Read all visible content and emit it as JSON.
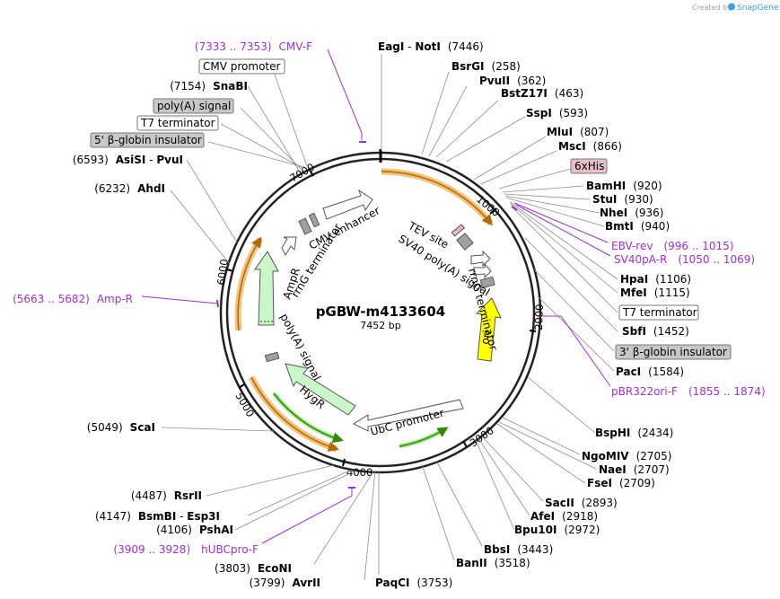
{
  "credit": {
    "prefix": "Created by",
    "logo": "SnapGene"
  },
  "plasmid": {
    "name": "pGBW-m4133604",
    "size": "7452 bp"
  },
  "ticks": [
    "1000",
    "2000",
    "3000",
    "4000",
    "5000",
    "6000",
    "7000"
  ],
  "enzymes": [
    {
      "name": "EagI",
      "sep": " - ",
      "name2": "NotI",
      "pos": "(7446)"
    },
    {
      "name": "BsrGI",
      "pos": "(258)"
    },
    {
      "name": "PvuII",
      "pos": "(362)"
    },
    {
      "name": "BstZ17I",
      "pos": "(463)"
    },
    {
      "name": "SspI",
      "pos": "(593)"
    },
    {
      "name": "MluI",
      "pos": "(807)"
    },
    {
      "name": "MscI",
      "pos": "(866)"
    },
    {
      "name": "BamHI",
      "pos": "(920)"
    },
    {
      "name": "StuI",
      "pos": "(930)"
    },
    {
      "name": "NheI",
      "pos": "(936)"
    },
    {
      "name": "BmtI",
      "pos": "(940)"
    },
    {
      "name": "HpaI",
      "pos": "(1106)"
    },
    {
      "name": "MfeI",
      "pos": "(1115)"
    },
    {
      "name": "SbfI",
      "pos": "(1452)"
    },
    {
      "name": "PacI",
      "pos": "(1584)"
    },
    {
      "name": "BspHI",
      "pos": "(2434)"
    },
    {
      "name": "NgoMIV",
      "pos": "(2705)"
    },
    {
      "name": "NaeI",
      "pos": "(2707)"
    },
    {
      "name": "FseI",
      "pos": "(2709)"
    },
    {
      "name": "SacII",
      "pos": "(2893)"
    },
    {
      "name": "AfeI",
      "pos": "(2918)"
    },
    {
      "name": "Bpu10I",
      "pos": "(2972)"
    },
    {
      "name": "BbsI",
      "pos": "(3443)"
    },
    {
      "name": "BanII",
      "pos": "(3518)"
    },
    {
      "name": "PaqCI",
      "pos": "(3753)"
    },
    {
      "name": "AvrII",
      "pos": "(3799)"
    },
    {
      "name": "EcoNI",
      "pos": "(3803)"
    },
    {
      "name": "PshAI",
      "pos": "(4106)"
    },
    {
      "name": "BsmBI",
      "sep": " - ",
      "name2": "Esp3I",
      "pos": "(4147)"
    },
    {
      "name": "RsrII",
      "pos": "(4487)"
    },
    {
      "name": "ScaI",
      "pos": "(5049)"
    },
    {
      "name": "AhdI",
      "pos": "(6232)"
    },
    {
      "name": "AsiSI",
      "sep": " - ",
      "name2": "PvuI",
      "pos": "(6593)"
    },
    {
      "name": "SnaBI",
      "pos": "(7154)"
    }
  ],
  "primers": [
    {
      "name": "CMV-F",
      "range": "(7333 .. 7353)"
    },
    {
      "name": "EBV-rev",
      "range": "(996 .. 1015)"
    },
    {
      "name": "SV40pA-R",
      "range": "(1050 .. 1069)"
    },
    {
      "name": "pBR322ori-F",
      "range": "(1855 .. 1874)"
    },
    {
      "name": "hUBCpro-F",
      "range": "(3909 .. 3928)"
    },
    {
      "name": "Amp-R",
      "range": "(5663 .. 5682)"
    }
  ],
  "boxed_features": [
    {
      "name": "CMV promoter"
    },
    {
      "name": "poly(A) signal"
    },
    {
      "name": "T7 terminator"
    },
    {
      "name": "5' β-globin insulator"
    },
    {
      "name": "6xHis"
    },
    {
      "name": "T7 terminator"
    },
    {
      "name": "3' β-globin insulator"
    }
  ],
  "inner_features": [
    {
      "name": "CMV enhancer"
    },
    {
      "name": "rrnG terminator"
    },
    {
      "name": "AmpR"
    },
    {
      "name": "TEV site"
    },
    {
      "name": "SV40 poly(A) signal"
    },
    {
      "name": "rrnG terminator"
    },
    {
      "name": "ori"
    },
    {
      "name": "poly(A) signal"
    },
    {
      "name": "HygR"
    },
    {
      "name": "UbC promoter"
    }
  ],
  "colors": {
    "primer": "#9f2fd6",
    "orf_orange": "#f0a23c",
    "resistance_green": "#c9f7c9",
    "ori_yellow": "#ffff00",
    "terminator_gray": "#a0a0a0",
    "his_pink": "#e7c0c7"
  }
}
